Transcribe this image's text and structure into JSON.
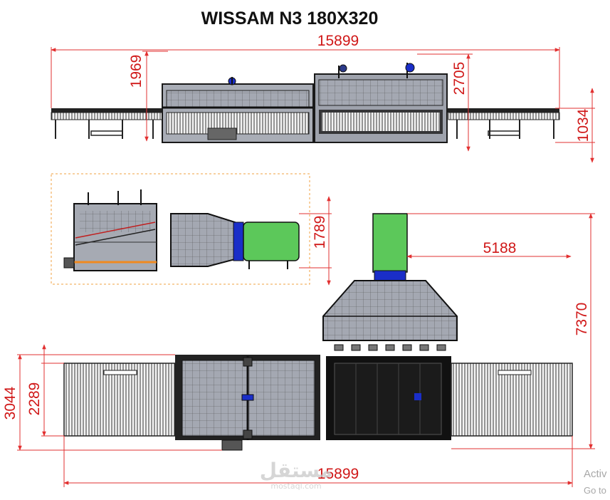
{
  "title": "WISSAM N3 180X320",
  "dimensions": {
    "side_total_length": "15899",
    "side_furnace_height": "1969",
    "side_heat_height": "2705",
    "side_conveyor_height": "1034",
    "end_view_height": "1789",
    "fan_offset": "5188",
    "plan_total_depth": "7370",
    "plan_outer_width": "3044",
    "plan_inner_width": "2289",
    "plan_total_length": "15899"
  },
  "watermark": {
    "arabic": "مستقل",
    "latin": "mostaql.com"
  },
  "os_notice": {
    "line1": "Activ",
    "line2": "Go to"
  },
  "colors": {
    "dimension": "#e23030",
    "fan_cylinder": "#5cc85a",
    "fan_ring": "#1a2ec8",
    "panel": "#a2a6b0",
    "frame": "#222222"
  }
}
